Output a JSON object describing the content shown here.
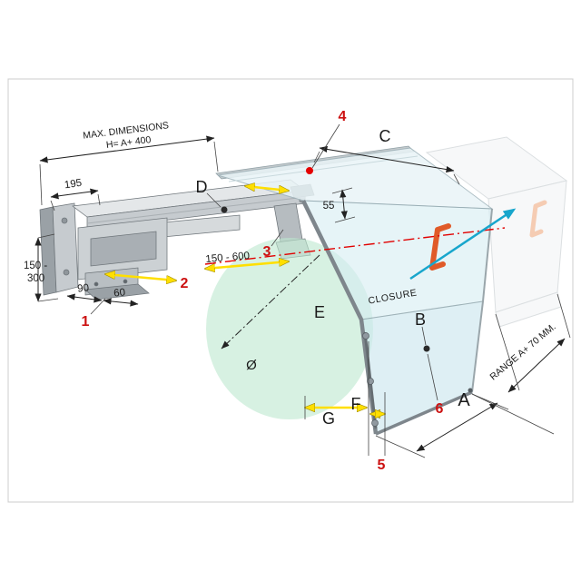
{
  "diagram": {
    "title": "safety-guard-technical-diagram",
    "labels": {
      "max_dim1": "MAX. DIMENSIONS",
      "max_dim2": "H=  A+ 400",
      "d195": "195",
      "d150_300_l1": "150 -",
      "d150_300_l2": "300",
      "d90": "90",
      "d60": "60",
      "d150_600": "150 - 600",
      "d55": "55",
      "closure": "CLOSURE",
      "range": "RANGE  A+ 70 MM.",
      "diameter": "Ø"
    },
    "letters": {
      "a": "A",
      "b": "B",
      "c": "C",
      "d": "D",
      "e": "E",
      "f": "F",
      "g": "G"
    },
    "callouts": {
      "c1": "1",
      "c2": "2",
      "c3": "3",
      "c4": "4",
      "c5": "5",
      "c6": "6"
    },
    "colors": {
      "callout_red": "#cc1111",
      "centerline_red": "#e10000",
      "dim_yellow": "#ffdf00",
      "handle_orange": "#e05a28",
      "axis_cyan": "#18a6cc",
      "glass_blue": "#d6edf3",
      "disc_green": "#bce8cf",
      "metal_light": "#e4e7e9",
      "metal_mid": "#c6cbcf",
      "metal_dark": "#9aa1a6"
    }
  }
}
